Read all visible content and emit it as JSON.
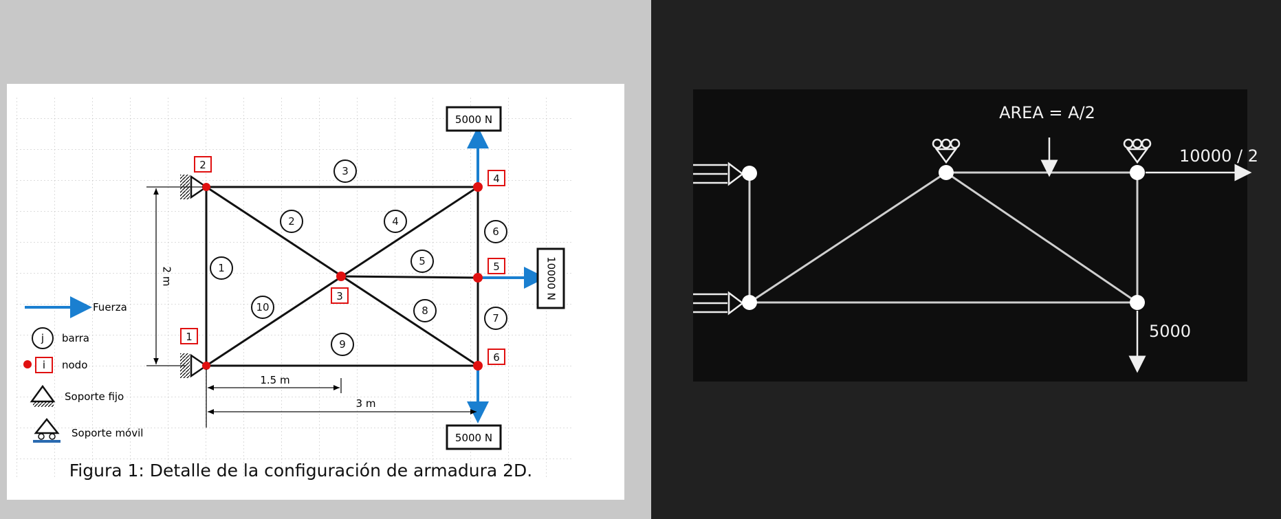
{
  "left_figure": {
    "caption": "Figura 1: Detalle de la configuración de armadura 2D.",
    "nodes": [
      "1",
      "2",
      "3",
      "4",
      "5",
      "6"
    ],
    "bars": [
      "1",
      "2",
      "3",
      "4",
      "5",
      "6",
      "7",
      "8",
      "9",
      "10"
    ],
    "forces": {
      "top": "5000 N",
      "bottom": "5000 N",
      "right": "10000 N"
    },
    "dimensions": {
      "height": "2 m",
      "half_width": "1.5 m",
      "width": "3 m"
    },
    "legend": {
      "force": "Fuerza",
      "bar_symbol": "j",
      "bar": "barra",
      "node_symbol": "i",
      "node": "nodo",
      "fixed_support": "Soporte fijo",
      "roller_support": "Soporte móvil"
    },
    "colors": {
      "node": "#e01010",
      "force": "#1a7fd0",
      "label_box": "#e01010"
    }
  },
  "right_figure": {
    "area_label": "AREA = A/2",
    "load_right": "10000 / 2",
    "load_down": "5000"
  }
}
